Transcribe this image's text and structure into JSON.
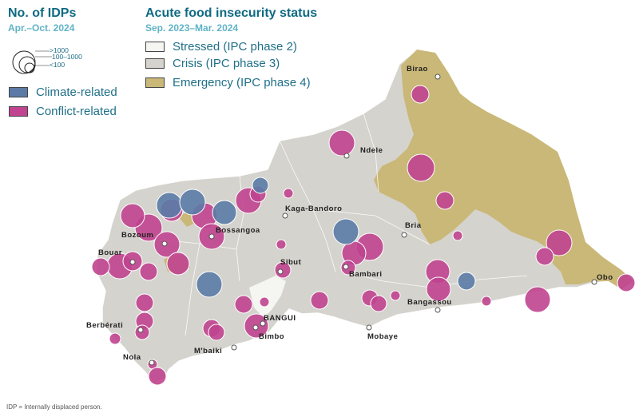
{
  "legend": {
    "idp_title": "No. of IDPs",
    "idp_period": "Apr.–Oct. 2024",
    "size_labels": [
      ">1000",
      "100–1000",
      "<100"
    ],
    "categories": [
      {
        "label": "Climate-related",
        "color": "#5b7ba6"
      },
      {
        "label": "Conflict-related",
        "color": "#c0448f"
      }
    ],
    "food_title": "Acute food insecurity status",
    "food_period": "Sep. 2023–Mar. 2024",
    "phases": [
      {
        "label": "Stressed (IPC phase 2)",
        "color": "#f5f5f2"
      },
      {
        "label": "Crisis (IPC phase 3)",
        "color": "#d5d3cd"
      },
      {
        "label": "Emergency (IPC phase 4)",
        "color": "#c9b877"
      }
    ]
  },
  "cities": [
    "Birao",
    "Ndele",
    "Kaga-Bandoro",
    "Bria",
    "Bozoum",
    "Bossangoa",
    "Bouar",
    "Sibut",
    "Bambari",
    "Obo",
    "Bangassou",
    "BANGUI",
    "Bimbo",
    "Berbérati",
    "M'baiki",
    "Mobaye",
    "Nola"
  ],
  "footnote": "IDP = Internally displaced person."
}
